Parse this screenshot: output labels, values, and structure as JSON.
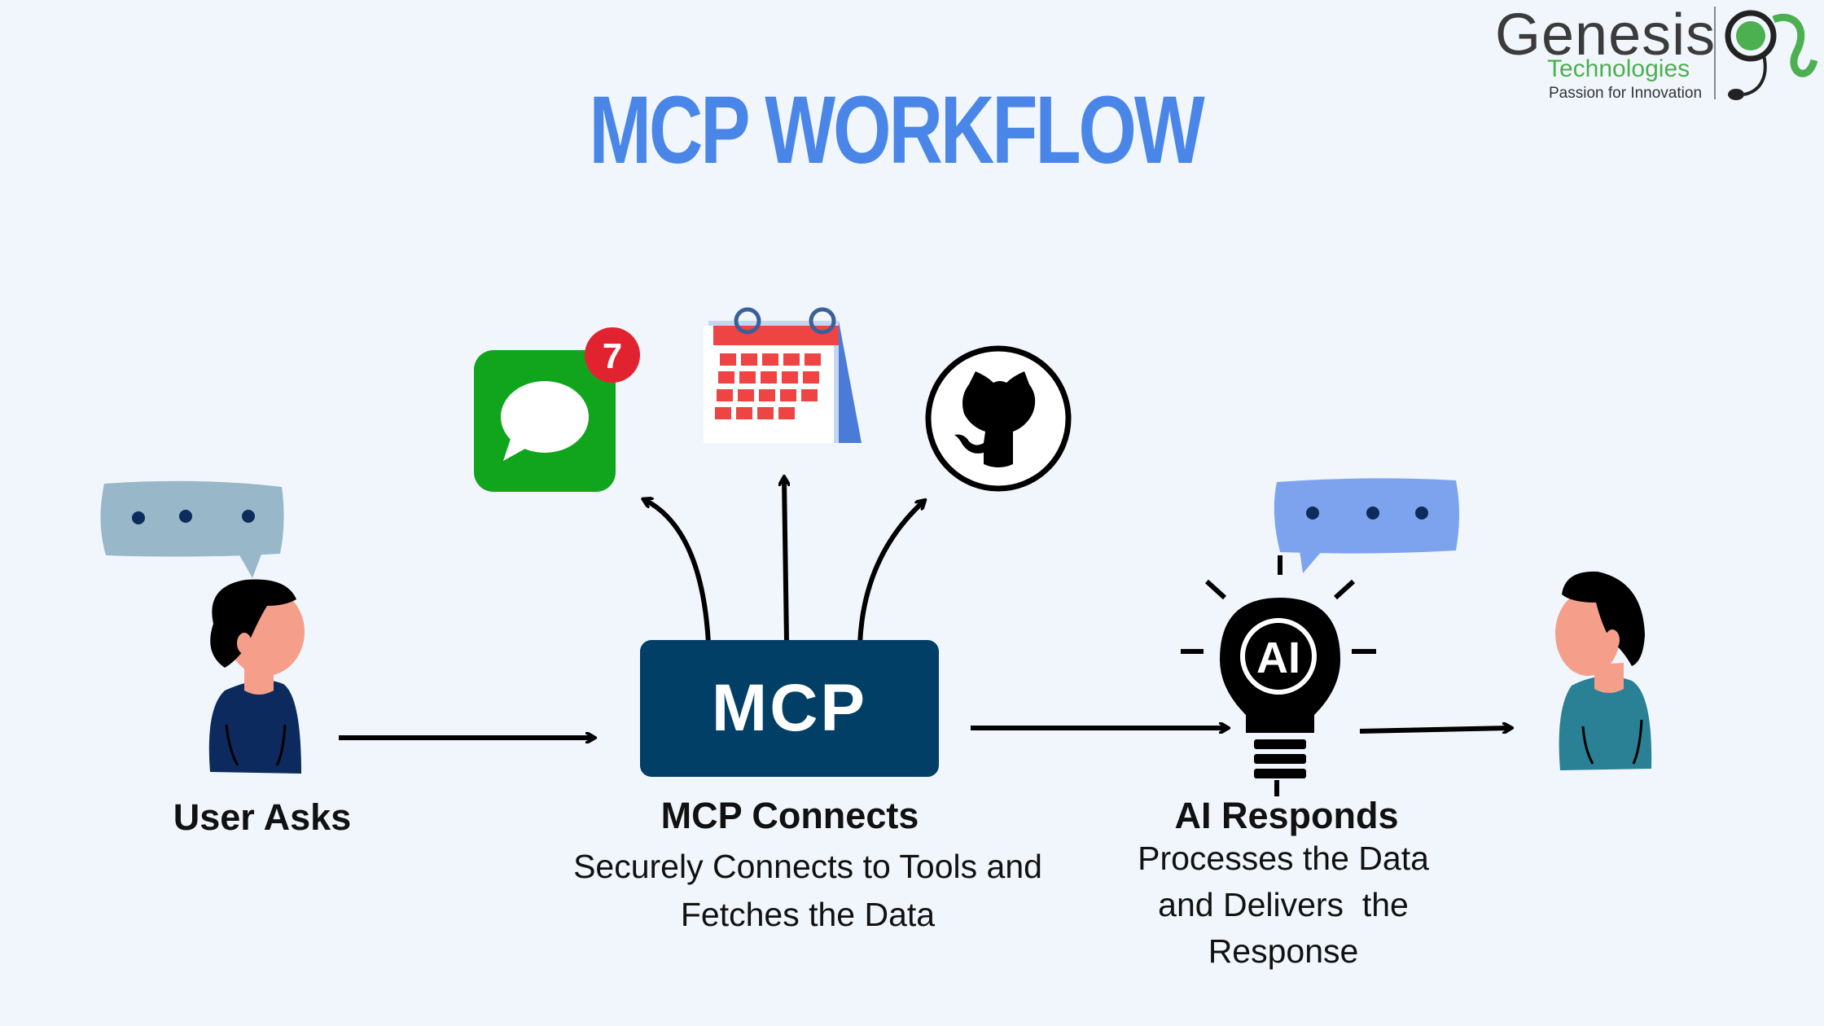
{
  "title": "MCP WORKFLOW",
  "logo": {
    "name": "Genesis",
    "subtitle": "Technologies",
    "tagline": "Passion for Innovation",
    "colors": {
      "text": "#3b3b3b",
      "green": "#4caf50"
    }
  },
  "steps": [
    {
      "title": "User Asks",
      "description": ""
    },
    {
      "title": "MCP Connects",
      "description": [
        "Securely Connects to Tools and",
        "Fetches the Data"
      ]
    },
    {
      "title": "AI Responds",
      "description": [
        "Processes the Data",
        "and Delivers  the",
        "Response"
      ]
    }
  ],
  "mcp_box": {
    "label": "MCP",
    "color": "#013f66"
  },
  "tools": [
    {
      "name": "messages-icon",
      "badge": "7",
      "color": "#11a51d"
    },
    {
      "name": "calendar-icon",
      "color": "#ef4444"
    },
    {
      "name": "github-icon",
      "color": "#000000"
    }
  ],
  "ai_bulb": {
    "label": "AI"
  },
  "colors": {
    "title": "#4a86e8",
    "background": "#f1f6fd",
    "bubble_user": "#98b7c8",
    "bubble_ai": "#7da3ef",
    "person1_shirt": "#0c2a5e",
    "person2_shirt": "#2a8095",
    "skin": "#f59f8b"
  }
}
